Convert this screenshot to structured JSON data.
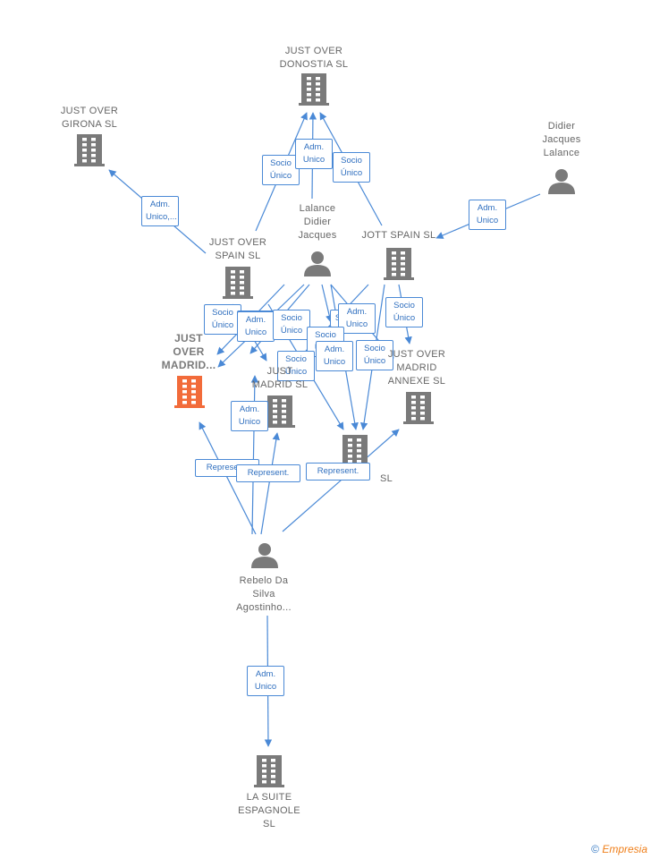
{
  "colors": {
    "edge": "#4a89d6",
    "node": "#7a7a7a",
    "focus": "#f26b3a",
    "label_border": "#4a89d6"
  },
  "nodes": [
    {
      "id": "donostia",
      "label": "JUST OVER\nDONOSTIA  SL",
      "kind": "company"
    },
    {
      "id": "girona",
      "label": "JUST OVER\nGIRONA  SL",
      "kind": "company"
    },
    {
      "id": "didier",
      "label": "Didier\nJacques\nLalance",
      "kind": "person"
    },
    {
      "id": "lalance",
      "label": "Lalance\nDidier\nJacques",
      "kind": "person"
    },
    {
      "id": "jo_spain",
      "label": "JUST OVER\nSPAIN  SL",
      "kind": "company"
    },
    {
      "id": "jott_spain",
      "label": "JOTT SPAIN  SL",
      "kind": "company"
    },
    {
      "id": "jo_madrid_focus",
      "label": "JUST\nOVER\nMADRID...",
      "kind": "focus"
    },
    {
      "id": "jo_madrid",
      "label": "JUST\nMADRID  SL",
      "kind": "company"
    },
    {
      "id": "jo_madrid_annexe",
      "label": "JUST OVER\nMADRID\nANNEXE  SL",
      "kind": "company"
    },
    {
      "id": "lagoon",
      "label": "SL",
      "kind": "company"
    },
    {
      "id": "rebelo",
      "label": "Rebelo Da\nSilva\nAgostinho...",
      "kind": "person"
    },
    {
      "id": "la_suite",
      "label": "LA SUITE\nESPAGNOLE\nSL",
      "kind": "company"
    }
  ],
  "edges": [
    {
      "from": "jo_spain",
      "to": "donostia",
      "label": "Socio\nÚnico"
    },
    {
      "from": "lalance",
      "to": "donostia",
      "label": "Adm.\nUnico"
    },
    {
      "from": "jott_spain",
      "to": "donostia",
      "label": "Socio\nÚnico"
    },
    {
      "from": "jo_spain",
      "to": "girona",
      "label": "Adm.\nUnico,..."
    },
    {
      "from": "didier",
      "to": "jott_spain",
      "label": "Adm.\nUnico"
    },
    {
      "from": "jott_spain",
      "to": "jo_madrid_annexe",
      "label": "Socio\nÚnico"
    },
    {
      "from": "jo_spain",
      "to": "jo_madrid_focus",
      "label": "Socio\nÚnico"
    },
    {
      "from": "lalance",
      "to": "jo_madrid_focus",
      "label": "Adm.\nUnico"
    },
    {
      "from": "jo_spain",
      "to": "jo_madrid",
      "label": "Adm.\nUnico"
    },
    {
      "from": "lalance",
      "to": "jo_madrid",
      "label": "Socio\nÚnico"
    },
    {
      "from": "lalance",
      "to": "lagoon",
      "label": "S"
    },
    {
      "from": "lalance",
      "to": "jo_madrid_annexe",
      "label": "Adm.\nUnico"
    },
    {
      "from": "jott_spain",
      "to": "jo_madrid",
      "label": "Socio\nÚnico"
    },
    {
      "from": "jott_spain",
      "to": "lagoon",
      "label": "Adm.\nUnico"
    },
    {
      "from": "jo_spain",
      "to": "lagoon",
      "label": "Socio\nÚnico"
    },
    {
      "from": "lalance",
      "to": "lagoon",
      "label": "Socio\nÚnico"
    },
    {
      "from": "rebelo",
      "to": "jo_madrid",
      "label": "Adm.\nUnico"
    },
    {
      "from": "rebelo",
      "to": "jo_madrid_focus",
      "label": "Represent."
    },
    {
      "from": "rebelo",
      "to": "jo_madrid",
      "label": "Represent."
    },
    {
      "from": "rebelo",
      "to": "jo_madrid_annexe",
      "label": "Represent."
    },
    {
      "from": "rebelo",
      "to": "la_suite",
      "label": "Adm.\nUnico"
    }
  ],
  "footer": {
    "copyright": "©",
    "brand": "Empresia"
  }
}
